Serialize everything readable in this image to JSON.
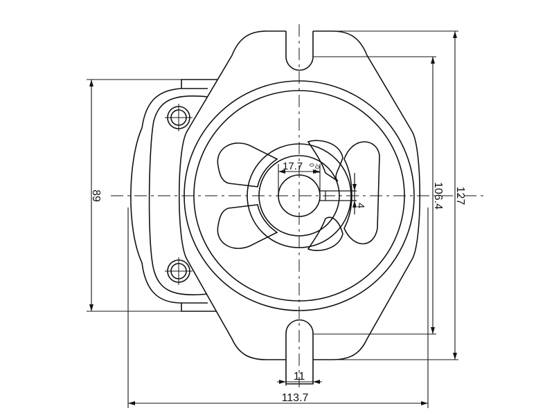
{
  "drawing": {
    "title": "Gear pump front view",
    "dimensions": {
      "mount_height": "89",
      "overall_height": "127",
      "slot_spacing": "106.4",
      "overall_width": "113.7",
      "slot_width": "11",
      "shaft_diameter": "17.7",
      "shaft_tol_upper": "0",
      "shaft_tol_lower": "-0.1",
      "key_width": "4"
    },
    "colors": {
      "line": "#111111",
      "background": "#ffffff"
    }
  }
}
